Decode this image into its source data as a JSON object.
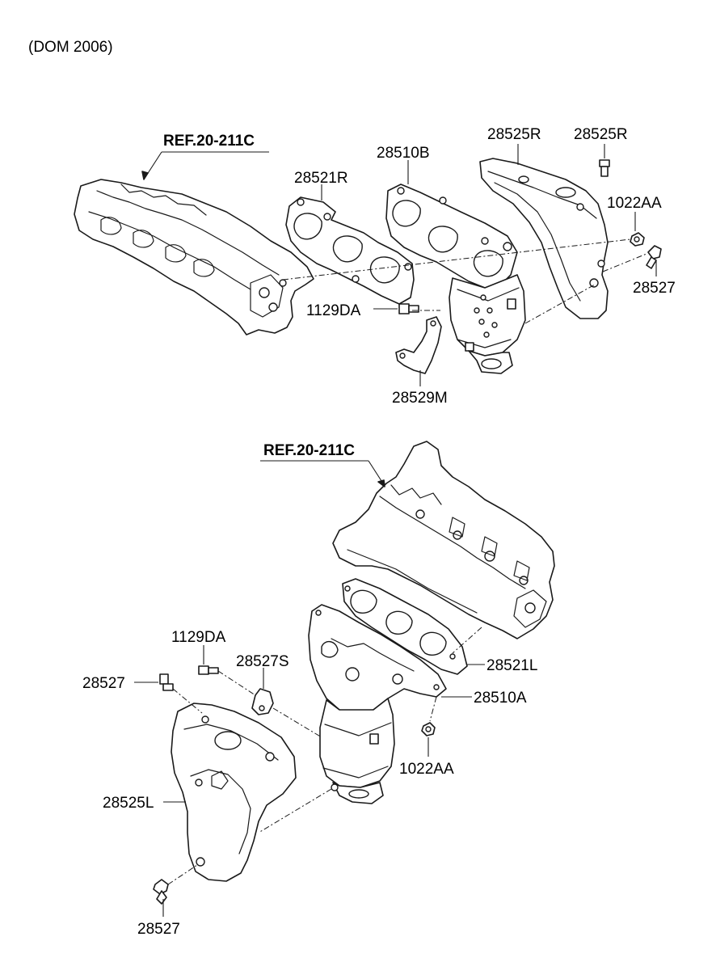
{
  "header": {
    "model_note": "(DOM 2006)"
  },
  "top": {
    "ref_label": "REF.20-211C",
    "labels": {
      "gasket": "28521R",
      "manifold": "28510B",
      "heat_protector_a": "28525R",
      "heat_protector_b": "28525R",
      "nut": "1022AA",
      "bolt": "28527",
      "stud_bolt": "1129DA",
      "bracket": "28529M"
    }
  },
  "bottom": {
    "ref_label": "REF.20-211C",
    "labels": {
      "stud_bolt": "1129DA",
      "spacer": "28527S",
      "bolt_upper": "28527",
      "gasket": "28521L",
      "manifold": "28510A",
      "nut": "1022AA",
      "heat_protector": "28525L",
      "bolt_lower": "28527"
    }
  }
}
